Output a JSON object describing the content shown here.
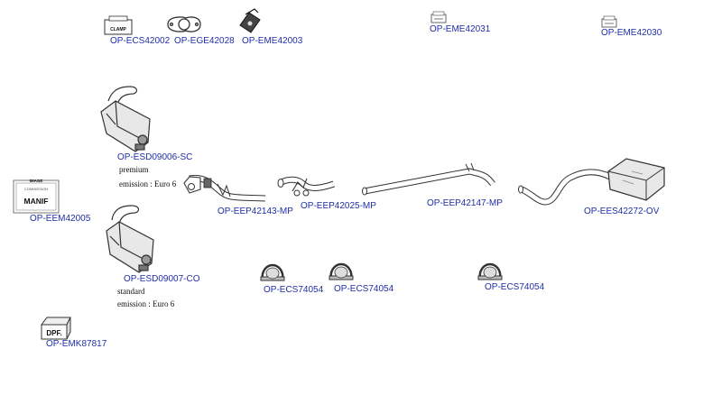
{
  "parts": [
    {
      "id": "clamp-box",
      "ref": "OP-ECS42002",
      "icon": "clamp-box-icon",
      "box_label": "CLAMP"
    },
    {
      "id": "gasket",
      "ref": "OP-EGE42028",
      "icon": "flange-gasket-icon"
    },
    {
      "id": "rubber-mount",
      "ref": "OP-EME42003",
      "icon": "rubber-mount-icon"
    },
    {
      "id": "mount-box-1",
      "ref": "OP-EME42031",
      "icon": "mount-box-icon"
    },
    {
      "id": "mount-box-2",
      "ref": "OP-EME42030",
      "icon": "mount-box-icon"
    },
    {
      "id": "dpf-premium",
      "ref": "OP-ESD09006-SC",
      "icon": "particulate-filter-icon",
      "notes": [
        "premium",
        "emission : Euro 6"
      ]
    },
    {
      "id": "manifold",
      "ref": "OP-EEM42005",
      "icon": "manifold-image-box-icon",
      "box_top": "IMAGE",
      "box_sub": "COMMISSION",
      "box_label": "MANIF"
    },
    {
      "id": "front-pipe",
      "ref": "OP-EEP42143-MP",
      "icon": "front-pipe-icon"
    },
    {
      "id": "inter-pipe",
      "ref": "OP-EEP42025-MP",
      "icon": "intermediate-pipe-icon"
    },
    {
      "id": "centre-pipe",
      "ref": "OP-EEP42147-MP",
      "icon": "centre-pipe-icon"
    },
    {
      "id": "rear-silencer",
      "ref": "OP-EES42272-OV",
      "icon": "rear-silencer-icon"
    },
    {
      "id": "dpf-standard",
      "ref": "OP-ESD09007-CO",
      "icon": "particulate-filter-icon",
      "notes": [
        "standard",
        "emission : Euro 6"
      ]
    },
    {
      "id": "clamp-1",
      "ref": "OP-ECS74054",
      "icon": "exhaust-clamp-icon"
    },
    {
      "id": "clamp-2",
      "ref": "OP-ECS74054",
      "icon": "exhaust-clamp-icon"
    },
    {
      "id": "clamp-3",
      "ref": "OP-ECS74054",
      "icon": "exhaust-clamp-icon"
    },
    {
      "id": "dpf-kit",
      "ref": "OP-EMK87817",
      "icon": "dpf-kit-box-icon",
      "box_label": "DPF."
    }
  ]
}
